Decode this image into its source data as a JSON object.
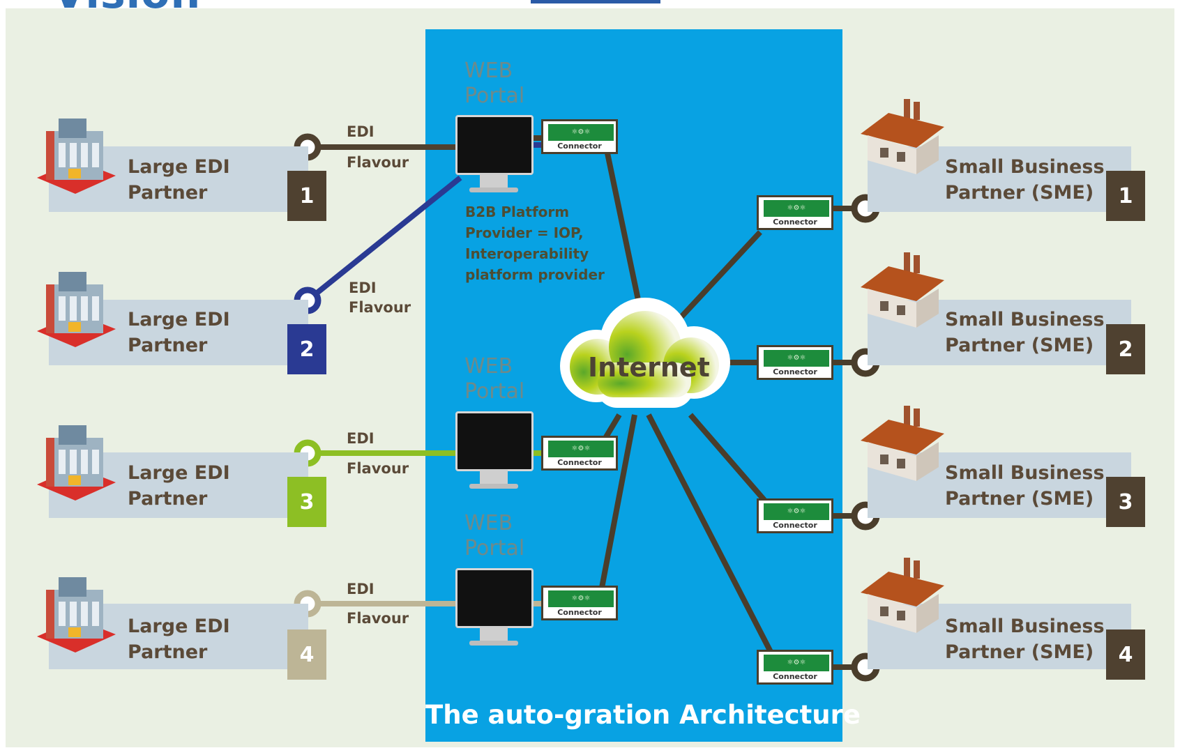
{
  "header": {
    "title_fragment": "Vision"
  },
  "colors": {
    "panel": "#08a2e3",
    "background": "#eaf0e3",
    "line_brown": "#4a3d2b",
    "partner_1": "#4f4130",
    "partner_2": "#2a3a93",
    "partner_3": "#8dbf24",
    "partner_4": "#bdb596"
  },
  "diagram": {
    "title": "The auto-gration Architecture",
    "internet": "Internet",
    "b2b_note": [
      "B2B Platform",
      "Provider = IOP,",
      "Interoperability",
      "platform provider"
    ],
    "web_portal": [
      "WEB",
      "Portal"
    ],
    "edi": "EDI",
    "flavour": "Flavour",
    "connector_label": "Connector",
    "large_partner_lines": [
      "Large EDI",
      "Partner"
    ],
    "small_partner_lines": [
      "Small Business",
      "Partner (SME)"
    ],
    "large_partners": [
      {
        "number": "1",
        "color": "#4f4130"
      },
      {
        "number": "2",
        "color": "#2a3a93"
      },
      {
        "number": "3",
        "color": "#8dbf24"
      },
      {
        "number": "4",
        "color": "#bdb596"
      }
    ],
    "small_partners": [
      {
        "number": "1"
      },
      {
        "number": "2"
      },
      {
        "number": "3"
      },
      {
        "number": "4"
      }
    ],
    "icons": {
      "large_partner": "factory-building-icon",
      "small_partner": "house-factory-icon",
      "portal": "monitor-icon",
      "connector": "connector-icon",
      "internet": "cloud-icon"
    }
  }
}
